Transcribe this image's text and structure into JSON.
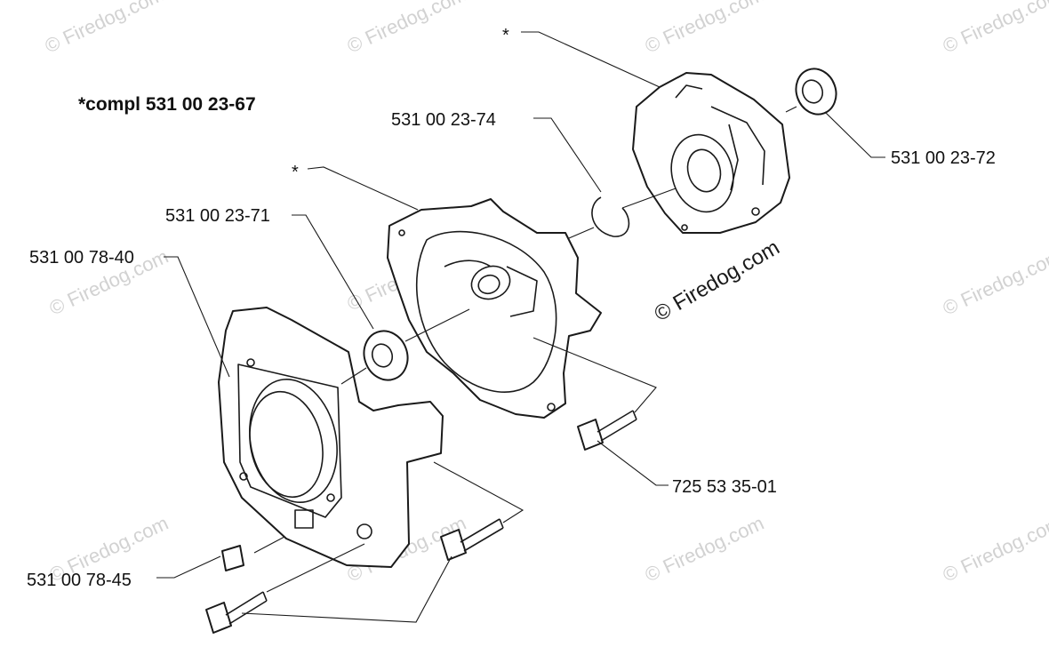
{
  "title": "*compl 531 00 23-67",
  "parts": [
    {
      "id": "cover",
      "number": "531 00 23-72"
    },
    {
      "id": "circlip",
      "number": "531 00 23-74"
    },
    {
      "id": "bearing",
      "number": "531 00 23-71"
    },
    {
      "id": "housing",
      "number": "531 00 78-40"
    },
    {
      "id": "cap",
      "number": "531 00 78-45"
    },
    {
      "id": "screw",
      "number": "725 53 35-01"
    }
  ],
  "asterisks": [
    "*",
    "*"
  ],
  "watermark": {
    "text": "© Firedog.com",
    "text_dark": "© Firedog.com"
  }
}
